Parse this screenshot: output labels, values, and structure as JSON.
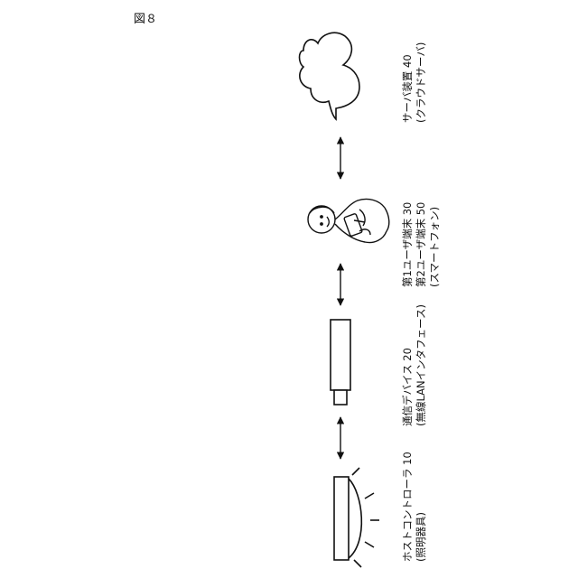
{
  "figure_label": "図８",
  "nodes": [
    {
      "id": "server",
      "lines": [
        "サーバ装置 40",
        "(クラウドサーバ)"
      ],
      "icon": "cloud-icon"
    },
    {
      "id": "user-terminals",
      "lines": [
        "第1ユーザ端末 30",
        "第2ユーザ端末 50",
        "(スマートフォン)"
      ],
      "icon": "person-with-phone-icon"
    },
    {
      "id": "communication-device",
      "lines": [
        "通信デバイス 20",
        "(無線LANインタフェース)"
      ],
      "icon": "usb-dongle-icon"
    },
    {
      "id": "host-controller",
      "lines": [
        "ホストコントローラ 10",
        "(照明器具)"
      ],
      "icon": "lamp-icon"
    }
  ],
  "connections": [
    {
      "from": "server",
      "to": "user-terminals",
      "type": "bidirectional"
    },
    {
      "from": "user-terminals",
      "to": "communication-device",
      "type": "bidirectional"
    },
    {
      "from": "communication-device",
      "to": "host-controller",
      "type": "bidirectional"
    }
  ]
}
